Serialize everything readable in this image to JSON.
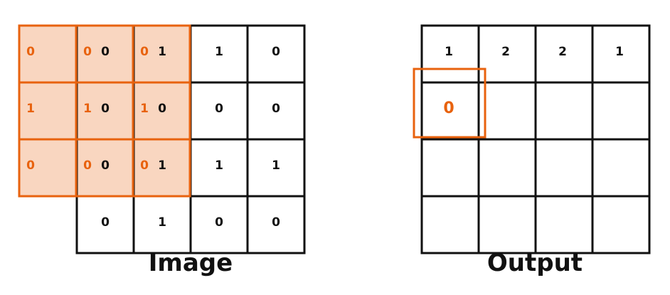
{
  "colors": {
    "accent": "#e8620e",
    "highlight_fill": "#f9d6c0",
    "grid": "#111111",
    "text": "#111111"
  },
  "image": {
    "caption": "Image",
    "values": [
      [
        "0",
        "1",
        "1",
        "0"
      ],
      [
        "0",
        "0",
        "0",
        "0"
      ],
      [
        "0",
        "1",
        "1",
        "1"
      ],
      [
        "0",
        "1",
        "0",
        "0"
      ]
    ]
  },
  "kernel": {
    "values": [
      [
        "0",
        "0",
        "0"
      ],
      [
        "1",
        "1",
        "1"
      ],
      [
        "0",
        "0",
        "0"
      ]
    ]
  },
  "output": {
    "caption": "Output",
    "rows": [
      [
        "1",
        "2",
        "2",
        "1"
      ],
      [
        "0",
        "",
        "",
        ""
      ],
      [
        "",
        "",
        "",
        ""
      ],
      [
        "",
        "",
        "",
        ""
      ]
    ]
  }
}
